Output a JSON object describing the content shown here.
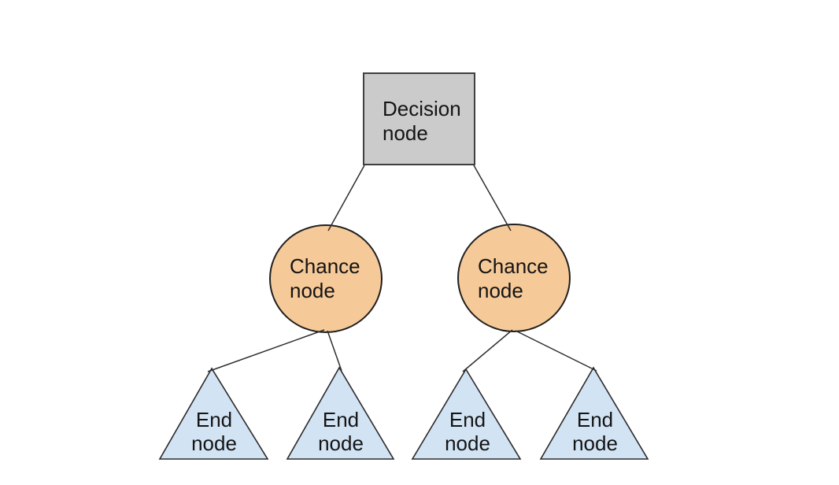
{
  "diagram": {
    "type": "decision-tree",
    "background": "#ffffff",
    "edge_color": "#2e2e2e",
    "text_color": "#141414",
    "nodes": [
      {
        "id": "decision",
        "shape": "rectangle",
        "label": "Decision node",
        "line1": "Decision",
        "line2": "node",
        "fill": "#cbcbcb",
        "stroke": "#3f3f3f"
      },
      {
        "id": "chance-left",
        "shape": "circle",
        "label": "Chance node",
        "line1": "Chance",
        "line2": "node",
        "fill": "#f6c998",
        "stroke": "#1f1f1f"
      },
      {
        "id": "chance-right",
        "shape": "circle",
        "label": "Chance node",
        "line1": "Chance",
        "line2": "node",
        "fill": "#f6c998",
        "stroke": "#1f1f1f"
      },
      {
        "id": "end-1",
        "shape": "triangle",
        "label": "End node",
        "line1": "End",
        "line2": "node",
        "fill": "#d2e3f4",
        "stroke": "#2b2b2b"
      },
      {
        "id": "end-2",
        "shape": "triangle",
        "label": "End node",
        "line1": "End",
        "line2": "node",
        "fill": "#d2e3f4",
        "stroke": "#2b2b2b"
      },
      {
        "id": "end-3",
        "shape": "triangle",
        "label": "End node",
        "line1": "End",
        "line2": "node",
        "fill": "#d2e3f4",
        "stroke": "#2b2b2b"
      },
      {
        "id": "end-4",
        "shape": "triangle",
        "label": "End node",
        "line1": "End",
        "line2": "node",
        "fill": "#d2e3f4",
        "stroke": "#2b2b2b"
      }
    ],
    "edges": [
      {
        "from": "decision",
        "to": "chance-left"
      },
      {
        "from": "decision",
        "to": "chance-right"
      },
      {
        "from": "chance-left",
        "to": "end-1"
      },
      {
        "from": "chance-left",
        "to": "end-2"
      },
      {
        "from": "chance-right",
        "to": "end-3"
      },
      {
        "from": "chance-right",
        "to": "end-4"
      }
    ]
  }
}
